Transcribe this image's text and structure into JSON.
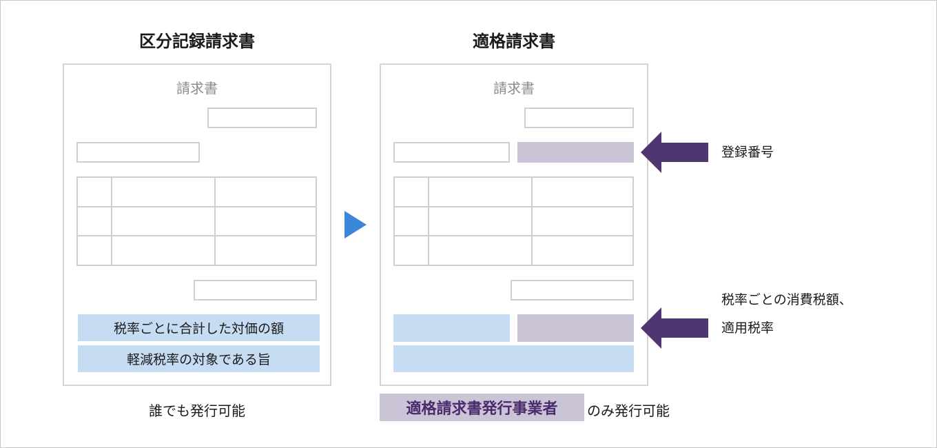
{
  "left": {
    "title": "区分記録請求書",
    "doc_title": "請求書",
    "box_line1": "税率ごとに合計した対価の額",
    "box_line2": "軽減税率の対象である旨",
    "caption": "誰でも発行可能"
  },
  "right": {
    "title": "適格請求書",
    "doc_title": "請求書",
    "badge": "適格請求書発行事業者",
    "caption_suffix": "のみ発行可能"
  },
  "labels": {
    "registration_number": "登録番号",
    "tax_line1": "税率ごとの消費税額、",
    "tax_line2": "適用税率"
  },
  "colors": {
    "arrow_purple": "#4e3671",
    "triangle_blue": "#3b86d6",
    "highlight_purple": "#cbc3d6",
    "highlight_blue": "#c6dcf2"
  },
  "icons": {
    "transition": "play-triangle-icon",
    "pointer": "left-arrow-icon"
  }
}
